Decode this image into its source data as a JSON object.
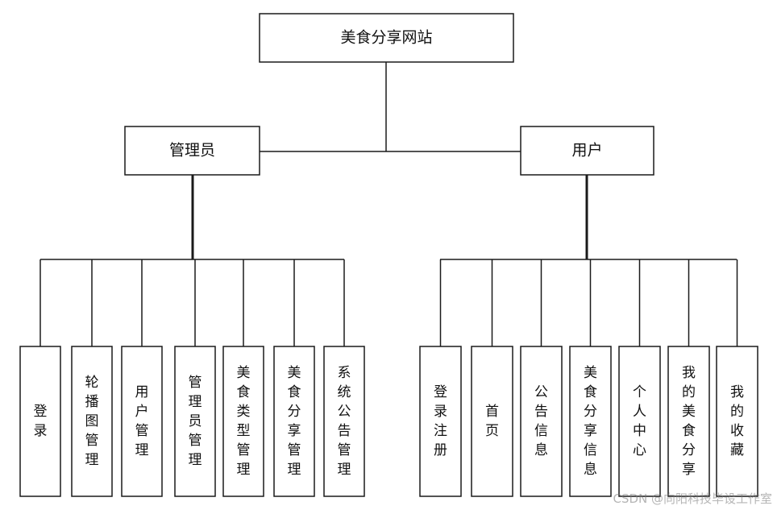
{
  "root": {
    "label": "美食分享网站"
  },
  "branches": [
    {
      "id": "admin",
      "label": "管理员",
      "children": [
        "登录",
        "轮播图管理",
        "用户管理",
        "管理员管理",
        "美食类型管理",
        "美食分享管理",
        "系统公告管理"
      ]
    },
    {
      "id": "user",
      "label": "用户",
      "children": [
        "登录注册",
        "首页",
        "公告信息",
        "美食分享信息",
        "个人中心",
        "我的美食分享",
        "我的收藏"
      ]
    }
  ],
  "watermark": "CSDN @向阳科技毕设工作室",
  "colors": {
    "stroke": "#1a1a1a",
    "fill": "#ffffff",
    "text": "#111111"
  }
}
